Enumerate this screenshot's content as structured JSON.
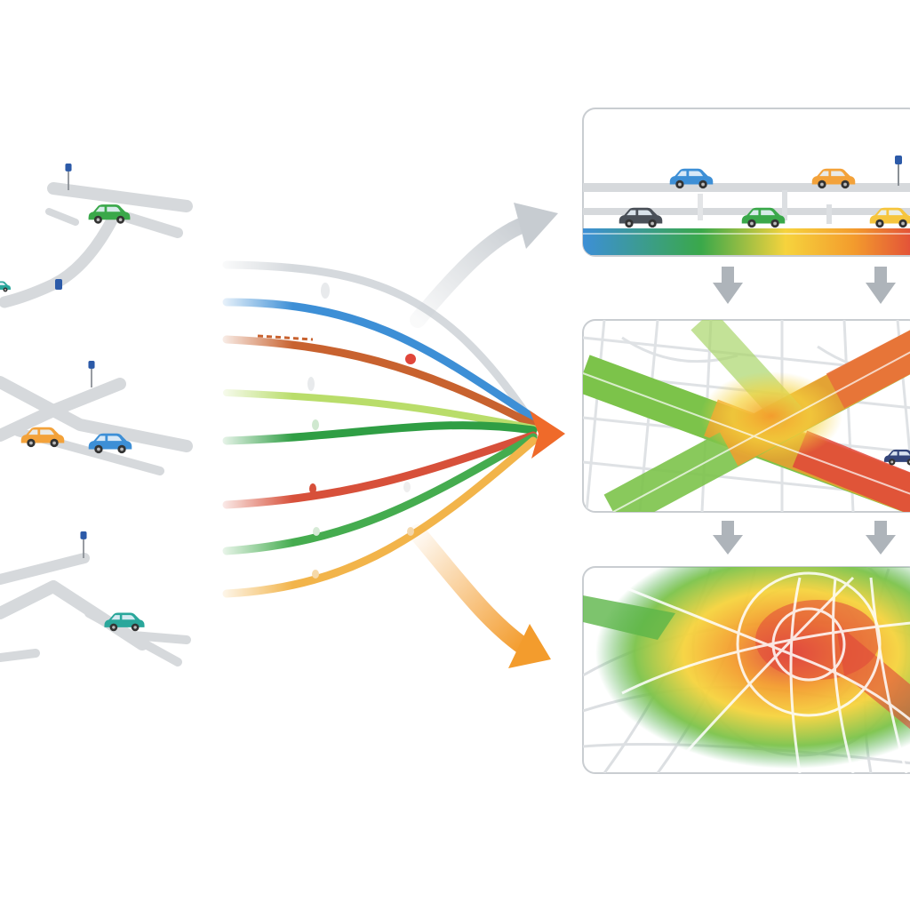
{
  "colors": {
    "road": "#d6d9dc",
    "road_edge": "#c3c7cb",
    "panel_border": "#c9cdd1",
    "gray_arrow": "#c7ccd1",
    "orange_arrow": "#f39c2d",
    "blue": "#3d8fd6",
    "green": "#3aa84a",
    "orange": "#f3a23a",
    "red": "#e0463a",
    "yellow": "#f6d33d",
    "dark": "#4a5058"
  },
  "inputs": [
    {
      "name": "intersection-1",
      "cars": [
        "green",
        "teal",
        "blue"
      ]
    },
    {
      "name": "intersection-2",
      "cars": [
        "orange",
        "blue"
      ]
    },
    {
      "name": "intersection-3",
      "cars": [
        "teal"
      ]
    }
  ],
  "streams": [
    "blue",
    "red-orange",
    "light-green",
    "green",
    "red",
    "green",
    "yellow-orange"
  ],
  "panels": [
    {
      "name": "road-speed-panel",
      "cars_top": [
        "blue",
        "orange"
      ],
      "cars_bottom": [
        "dark",
        "green",
        "yellow"
      ],
      "gradient": [
        "#3d8fd6",
        "#3aa84a",
        "#f6d33d",
        "#f39c2d",
        "#e0463a"
      ]
    },
    {
      "name": "intersection-heatmap-panel"
    },
    {
      "name": "city-heatmap-panel"
    }
  ],
  "icons": [
    "parking-sign-icon",
    "down-arrow-icon",
    "merge-arrow-icon",
    "car-icon"
  ]
}
